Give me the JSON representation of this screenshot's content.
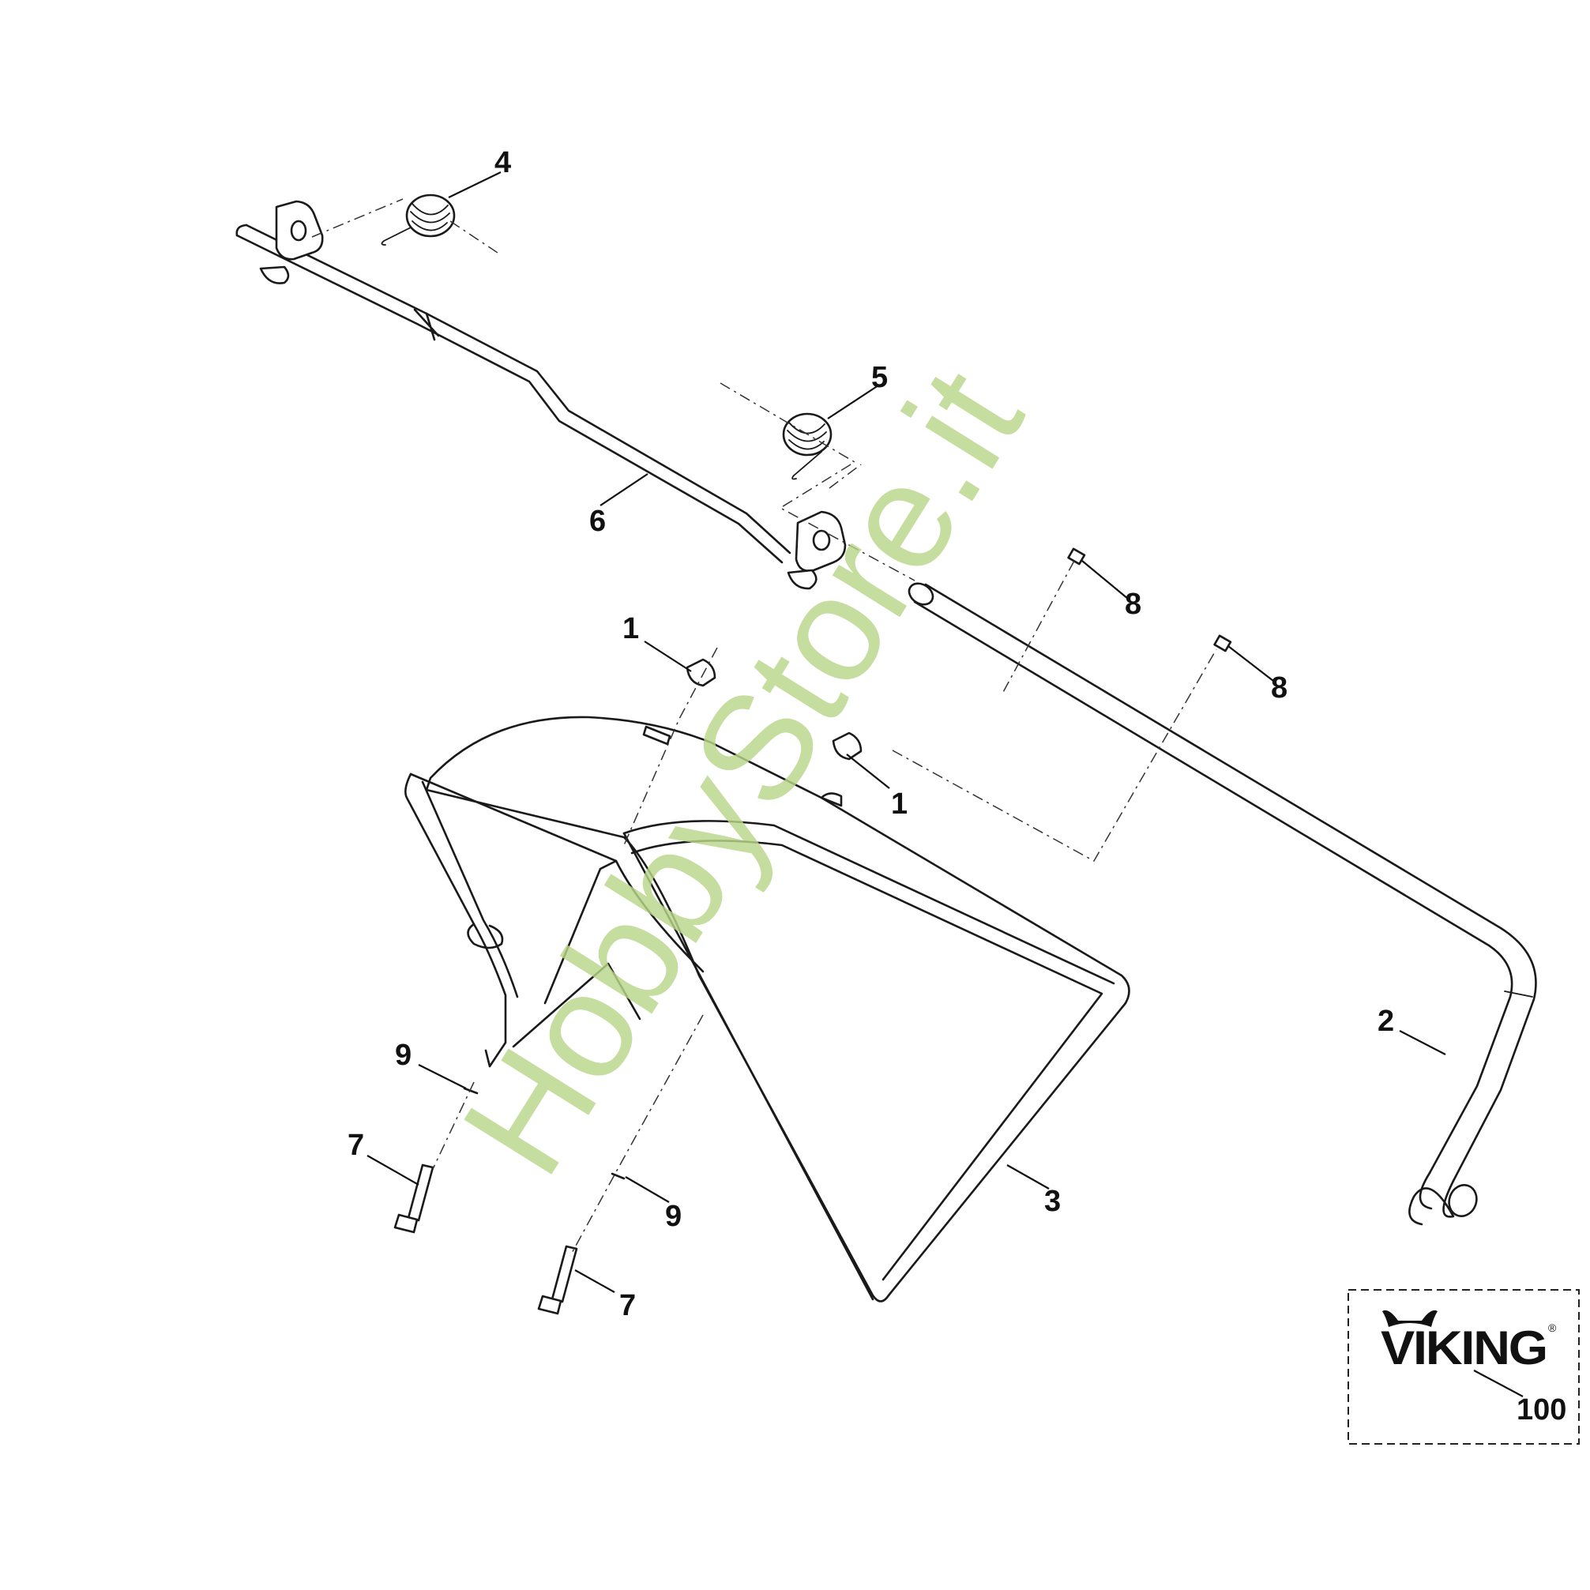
{
  "callouts": {
    "c1a": "1",
    "c1b": "1",
    "c2": "2",
    "c3": "3",
    "c4": "4",
    "c5": "5",
    "c6": "6",
    "c7a": "7",
    "c7b": "7",
    "c8a": "8",
    "c8b": "8",
    "c9a": "9",
    "c9b": "9",
    "c100": "100"
  },
  "watermark": "HobbyStore.it",
  "logo": {
    "brand": "VIKING",
    "mark": "®"
  },
  "colors": {
    "line": "#1a1a1a",
    "watermark": "#b9d78a"
  }
}
